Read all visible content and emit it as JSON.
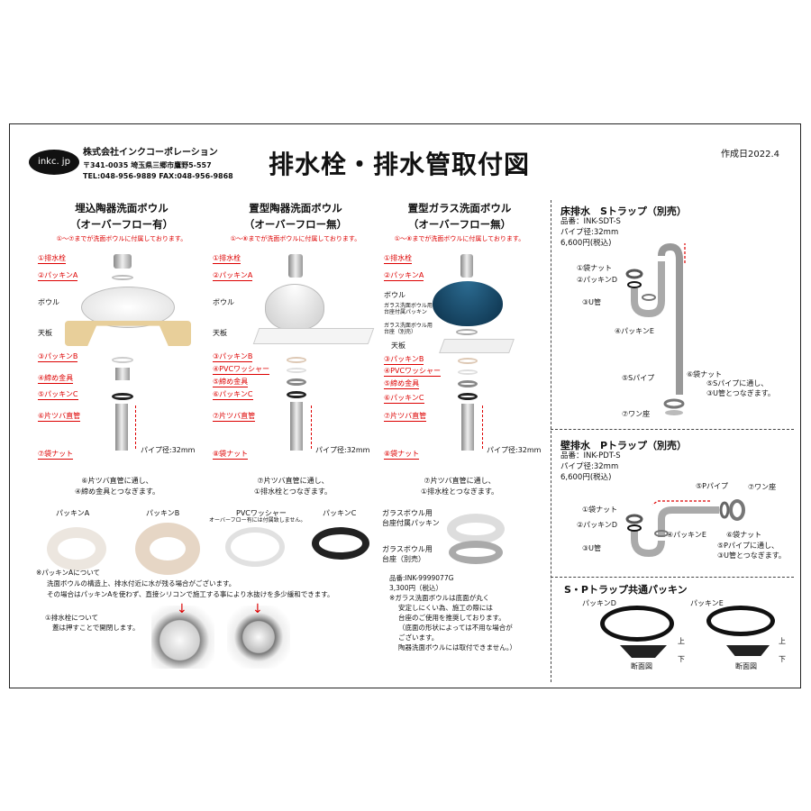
{
  "header": {
    "logo": "inkc. jp",
    "company": "株式会社インクコーポレーション",
    "address": "〒341-0035 埼玉県三郷市鷹野5-557",
    "tel": "TEL:048-956-9889 FAX:048-956-9868",
    "title": "排水栓・排水管取付図",
    "date": "作成日2022.4"
  },
  "col1": {
    "title": "埋込陶器洗面ボウル",
    "subtitle": "（オーバーフロー有）",
    "note": "①～⑦までが洗面ボウルに付属しております。",
    "labels": [
      "①排水栓",
      "②パッキンA",
      "ボウル",
      "天板",
      "③パッキンB",
      "④締め金具",
      "⑤パッキンC",
      "⑥片ツバ直管",
      "⑦袋ナット"
    ],
    "pipe": "パイプ径:32mm",
    "caption1": "⑥片ツバ直管に通し、",
    "caption2": "④締め金具とつなぎます。"
  },
  "col2": {
    "title": "置型陶器洗面ボウル",
    "subtitle": "（オーバーフロー無）",
    "note": "①～⑧までが洗面ボウルに付属しております。",
    "labels": [
      "①排水栓",
      "②パッキンA",
      "ボウル",
      "天板",
      "③パッキンB",
      "④PVCワッシャー",
      "⑤締め金具",
      "⑥パッキンC",
      "⑦片ツバ直管",
      "⑧袋ナット"
    ],
    "pipe": "パイプ径:32mm",
    "caption1": "⑦片ツバ直管に通し、",
    "caption2": "①排水栓とつなぎます。"
  },
  "col3": {
    "title": "置型ガラス洗面ボウル",
    "subtitle": "（オーバーフロー無）",
    "note": "①～⑧までが洗面ボウルに付属しております。",
    "labels": [
      "①排水栓",
      "②パッキンA",
      "ボウル",
      "天板",
      "③パッキンB",
      "④PVCワッシャー",
      "⑤締め金具",
      "⑥パッキンC",
      "⑦片ツバ直管",
      "⑧袋ナット"
    ],
    "tiny1a": "ガラス洗面ボウル用",
    "tiny1b": "台座付属パッキン",
    "tiny2a": "ガラス洗面ボウル用",
    "tiny2b": "台座（別売）",
    "pipe": "パイプ径:32mm",
    "caption1": "⑦片ツバ直管に通し、",
    "caption2": "①排水栓とつなぎます。"
  },
  "packings": {
    "a": "パッキンA",
    "b": "パッキンB",
    "pvc": "PVCワッシャー",
    "pvc_note": "オーバーフロー有には付属致しません。",
    "c": "パッキンC"
  },
  "note_a": {
    "line1": "※パッキンAについて",
    "line2": "洗面ボウルの構造上、排水付近に水が残る場合がございます。",
    "line3": "その場合はパッキンAを使わず、直接シリコンで施工する事により水抜けを多少緩和できます。"
  },
  "note_plug": {
    "line1": "①排水栓について",
    "line2": "蓋は押すことで開閉します。"
  },
  "glass_base": {
    "label1a": "ガラスボウル用",
    "label1b": "台座付属パッキン",
    "label2a": "ガラスボウル用",
    "label2b": "台座（別売）",
    "code": "品番:INK-9999077G",
    "price": "3,300円（税込）",
    "n1": "※ガラス洗面ボウルは底面が丸く",
    "n2": "安定しにくい為、施工の際には",
    "n3": "台座のご使用を推奨しております。",
    "n4": "（底面の形状によっては不用な場合が",
    "n5": "ございます。",
    "n6": "陶器洗面ボウルには取付できません。）"
  },
  "strap": {
    "title": "床排水　Sトラップ（別売）",
    "code": "品番：INK-SDT-S",
    "pipe": "パイプ径:32mm",
    "price": "6,600円(税込)",
    "l1": "①袋ナット",
    "l2": "②パッキンD",
    "l3": "③U管",
    "l4": "④パッキンE",
    "l5": "⑤Sパイプ",
    "l6": "⑥袋ナット",
    "l7": "⑦ワン座",
    "c1": "⑤Sパイプに通し、",
    "c2": "③U管とつなぎます。"
  },
  "ptrap": {
    "title": "壁排水　Pトラップ（別売）",
    "code": "品番：INK-PDT-S",
    "pipe": "パイプ径:32mm",
    "price": "6,600円(税込)",
    "l1": "①袋ナット",
    "l2": "②パッキンD",
    "l3": "③U管",
    "l4": "④パッキンE",
    "l5": "⑤Pパイプ",
    "l6": "⑥袋ナット",
    "l7": "⑦ワン座",
    "c1": "⑤Pパイプに通し、",
    "c2": "③U管とつなぎます。"
  },
  "common": {
    "title": "S・Pトラップ共通パッキン",
    "d": "パッキンD",
    "e": "パッキンE",
    "up": "上",
    "down": "下",
    "section": "断面図"
  },
  "colors": {
    "red": "#dd0000",
    "text": "#111111",
    "frame": "#222222"
  }
}
